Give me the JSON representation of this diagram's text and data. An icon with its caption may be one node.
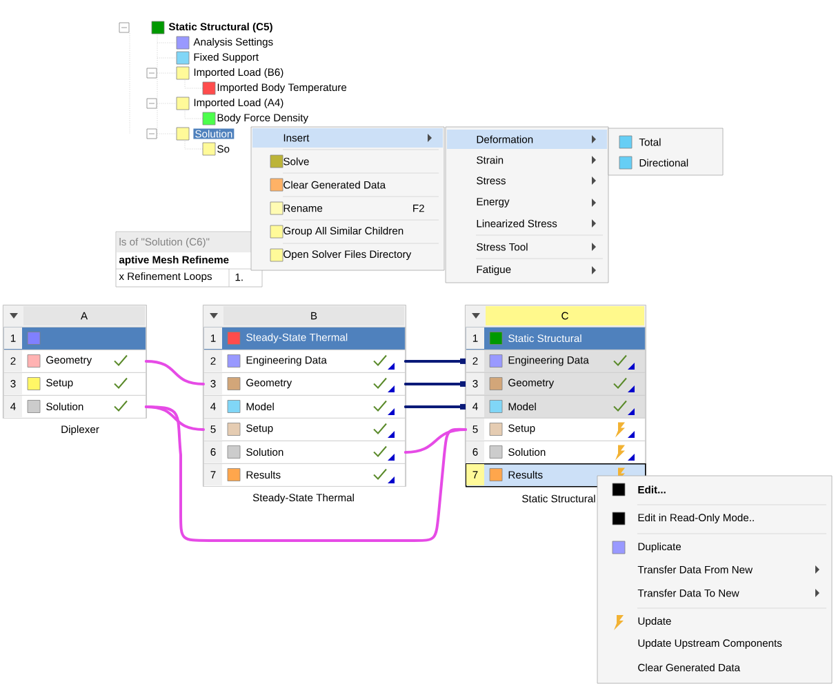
{
  "diagram": {
    "nodes": [
      {
        "text": [
          "Insert",
          "Solve",
          "Clear Generated Data",
          "Rename",
          "F2",
          "Group All Similar Children",
          "Open Solver Files Directory"
        ]
      },
      {
        "text": [
          "Deformation",
          "Strain",
          "Stress",
          "Energy",
          "Linearized Stress",
          "Stress Tool",
          "Fatigue"
        ]
      },
      {
        "text": [
          "Total",
          "Directional"
        ]
      },
      {
        "text": [
          "A"
        ],
        "beside": [
          "Diplexer"
        ]
      },
      {
        "text": [
          "1"
        ],
        "in": 3
      },
      {
        "text": [
          "2",
          "Geometry"
        ],
        "in": 3
      },
      {
        "text": [
          "3",
          "Setup"
        ],
        "in": 3
      },
      {
        "text": [
          "4",
          "Solution"
        ],
        "in": 3
      },
      {
        "text": [
          "B"
        ],
        "beside": [
          "Steady-State Thermal"
        ]
      },
      {
        "text": [
          "1",
          "Steady-State Thermal"
        ],
        "in": 8
      },
      {
        "text": [
          "2",
          "Engineering Data"
        ],
        "in": 8
      },
      {
        "text": [
          "3",
          "Geometry"
        ],
        "in": 8
      },
      {
        "text": [
          "4",
          "Model"
        ],
        "in": 8
      },
      {
        "text": [
          "5",
          "Setup"
        ],
        "in": 8
      },
      {
        "text": [
          "6",
          "Solution"
        ],
        "in": 8
      },
      {
        "text": [
          "7",
          "Results"
        ],
        "in": 8
      },
      {
        "text": [
          "C"
        ],
        "beside": [
          "Static Structural"
        ]
      },
      {
        "text": [
          "1",
          "Static Structural"
        ],
        "in": 16
      },
      {
        "text": [
          "2",
          "Engineering Data"
        ],
        "in": 16
      },
      {
        "text": [
          "3",
          "Geometry"
        ],
        "in": 16
      },
      {
        "text": [
          "4",
          "Model"
        ],
        "in": 16
      },
      {
        "text": [
          "5",
          "Setup"
        ],
        "in": 16
      },
      {
        "text": [
          "6",
          "Solution"
        ],
        "in": 16
      },
      {
        "text": [
          "7",
          "Results"
        ],
        "in": 16
      },
      {
        "text": [
          "Edit...",
          "Edit in Read-Only Mode..",
          "Duplicate",
          "Transfer Data From New",
          "Transfer Data To New",
          "Update",
          "Update Upstream Components",
          "Clear Generated Data"
        ]
      }
    ],
    "edges": [
      {
        "from": 5,
        "to": 11,
        "arrow": "none"
      },
      {
        "from": 7,
        "to": 13,
        "arrow": "none"
      },
      {
        "from": 7,
        "to": 21,
        "arrow": "none"
      },
      {
        "from": 14,
        "to": 21,
        "arrow": "none"
      },
      {
        "from": 10,
        "to": 18,
        "arrow": "other",
        "color": "#0a1a78"
      },
      {
        "from": 11,
        "to": 19,
        "arrow": "other",
        "color": "#0a1a78"
      },
      {
        "from": 12,
        "to": 20,
        "arrow": "other",
        "color": "#0a1a78"
      }
    ],
    "labels": [
      "Static Structural (C5)",
      "Analysis Settings",
      "Fixed Support",
      "Imported Load (B6)",
      "Imported Body Temperature",
      "Imported Load (A4)",
      "Body Force Density",
      "Solution",
      "So",
      "ls of \"Solution (C6)\"",
      "aptive Mesh Refineme",
      "x Refinement Loops",
      "1."
    ]
  }
}
